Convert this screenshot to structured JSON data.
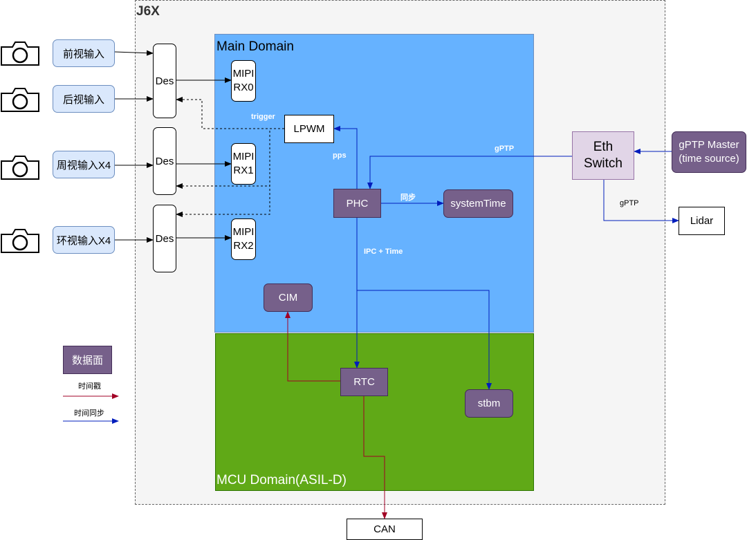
{
  "frame_title": "J6X",
  "main_domain": "Main Domain",
  "mcu_domain": "MCU Domain(ASIL-D)",
  "cameras": [
    {
      "label": "前视输入"
    },
    {
      "label": "后视输入"
    },
    {
      "label": "周视输入X4"
    },
    {
      "label": "环视输入X4"
    }
  ],
  "des": [
    "Des",
    "Des",
    "Des"
  ],
  "mipi": [
    "MIPI\nRX0",
    "MIPI\nRX1",
    "MIPI\nRX2"
  ],
  "blocks": {
    "lpwm": "LPWM",
    "phc": "PHC",
    "system_time": "systemTime",
    "cim": "CIM",
    "rtc": "RTC",
    "stbm": "stbm",
    "eth_switch": "Eth\nSwitch",
    "gptp_master": "gPTP Master\n(time source)",
    "lidar": "Lidar",
    "can": "CAN"
  },
  "edge_labels": {
    "trigger": "trigger",
    "pps": "pps",
    "gptp_in": "gPTP",
    "sync": "同步",
    "ipc_time": "IPC + Time",
    "gptp_lidar": "gPTP"
  },
  "legend": {
    "data_plane": "数据面",
    "timestamp": "时间戳",
    "time_sync": "时间同步"
  },
  "colors": {
    "sync_line": "#001dbc",
    "timestamp_line": "#a20025",
    "main_domain": "#66b2ff",
    "mcu_domain": "#60a917",
    "purple": "#76608a"
  }
}
